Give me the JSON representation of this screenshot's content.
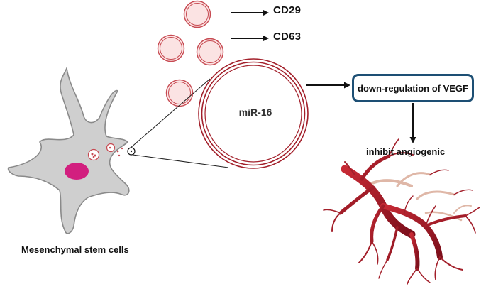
{
  "markers": {
    "cd29": "CD29",
    "cd63": "CD63"
  },
  "exosome": {
    "cargo": "miR-16"
  },
  "effects": {
    "downregulation": "down-regulation of VEGF",
    "result": "inhibit angiogenic"
  },
  "cell": {
    "label": "Mesenchymal stem cells"
  },
  "colors": {
    "exosome_fill": "#fbe3e3",
    "exosome_ring": "#c74a52",
    "big_ring": "#a3202b",
    "cell_body": "#cfcfcf",
    "nucleus": "#d21f7f",
    "box_border": "#1d4f74",
    "vessel": "#9e1b28",
    "vessel_faint": "#dfb7a7"
  }
}
